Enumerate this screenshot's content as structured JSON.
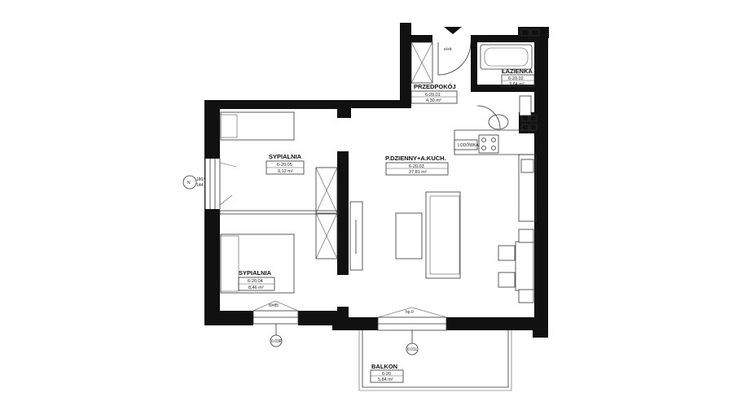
{
  "rooms": {
    "sypialnia1": {
      "name": "SYPIALNIA",
      "code": "6-20.05",
      "area": "9,12 m²"
    },
    "sypialnia2": {
      "name": "SYPIALNIA",
      "code": "6-20.04",
      "area": "8,46 m²"
    },
    "przedpokoj": {
      "name": "PRZEDPOKÓJ",
      "code": "6-20.01",
      "area": "4,30 m²"
    },
    "lazienka": {
      "name": "ŁAZIENKA",
      "code": "6-20.02",
      "area": "3,64 m²"
    },
    "dzienny": {
      "name": "P.DZIENNY+A.KUCH.",
      "code": "6-20.03",
      "area": "27,81 m²"
    },
    "balkon": {
      "name": "BALKON",
      "code": "6-20",
      "area": "5,84 m²"
    }
  },
  "labels": {
    "lodowka": "LODÓWKA",
    "door_mark": "el+tt",
    "window_left_top": "180/",
    "window_left_bottom": "144",
    "window_left_code": "N",
    "window_bottom_left": "N=85",
    "window_bottom_right": "hp.0",
    "marker_left": "0.03P",
    "marker_right": "0.01L"
  }
}
